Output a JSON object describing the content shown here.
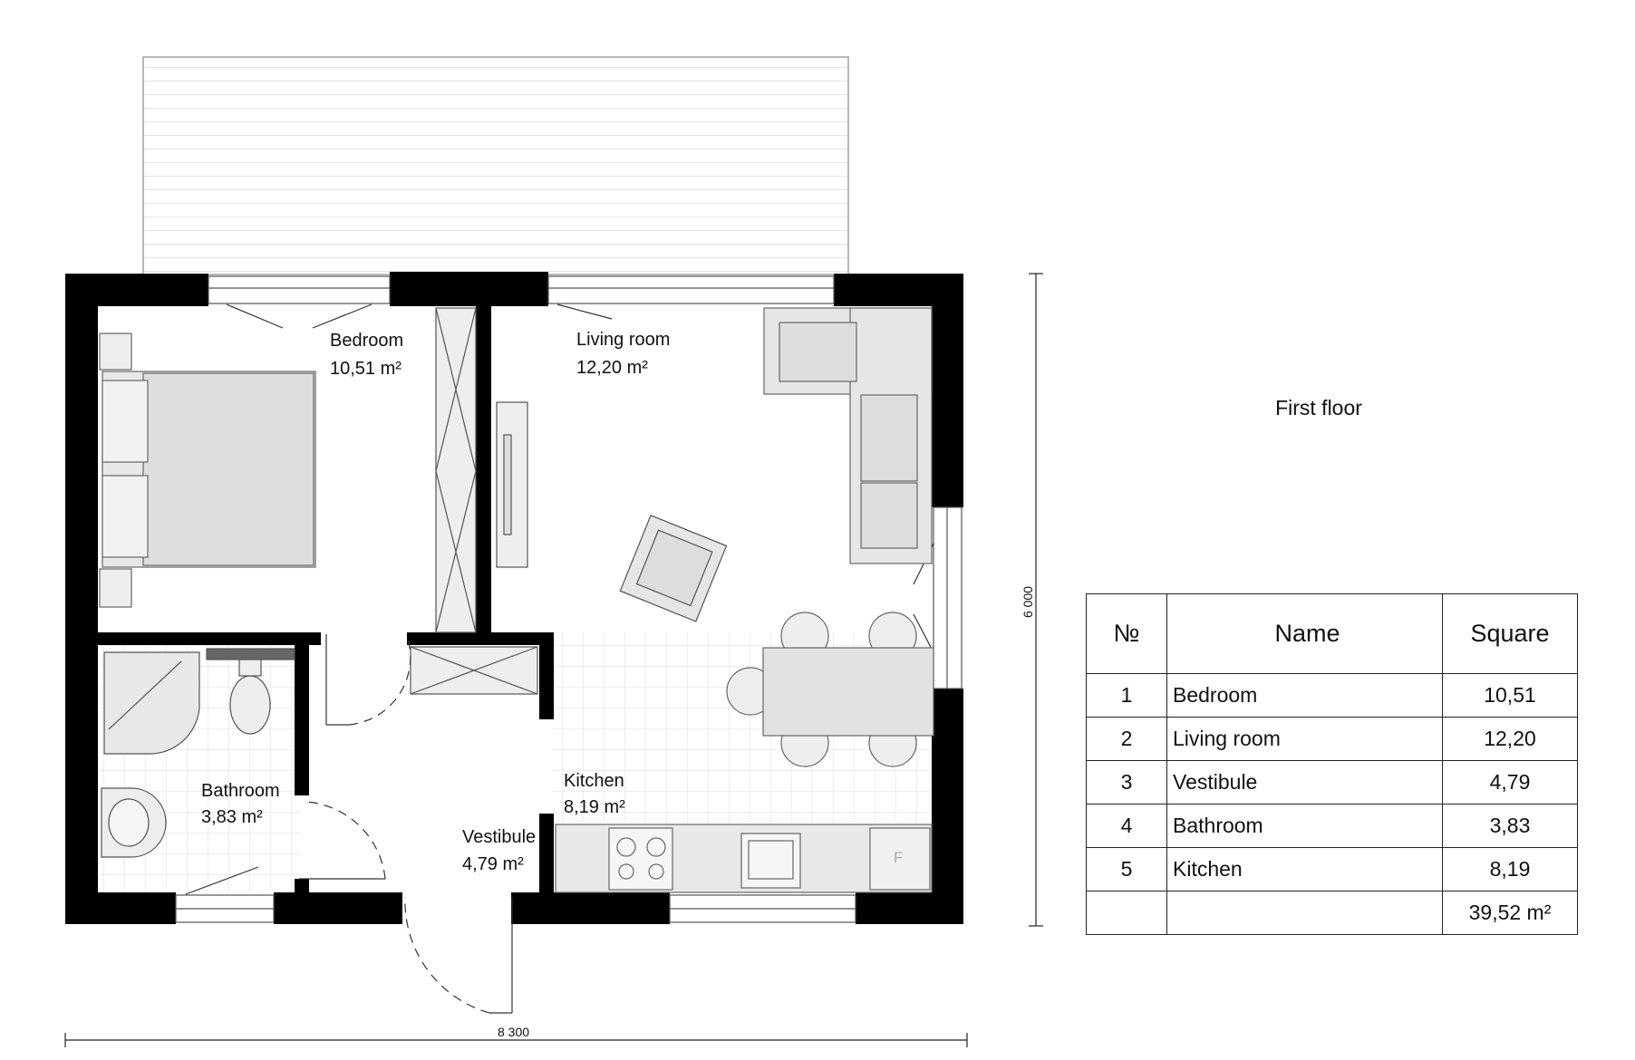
{
  "plan": {
    "rooms": [
      {
        "name": "Bedroom",
        "area": "10,51 m²"
      },
      {
        "name": "Living room",
        "area": "12,20 m²"
      },
      {
        "name": "Bathroom",
        "area": "3,83 m²"
      },
      {
        "name": "Kitchen",
        "area": "8,19 m²"
      },
      {
        "name": "Vestibule",
        "area": "4,79 m²"
      }
    ],
    "dimension_width": "8 300",
    "dimension_height": "6 000",
    "fridge_label": "F"
  },
  "floor_title": "First floor",
  "table": {
    "headers": [
      "№",
      "Name",
      "Square"
    ],
    "rows": [
      {
        "num": "1",
        "name": "Bedroom",
        "square": "10,51"
      },
      {
        "num": "2",
        "name": "Living room",
        "square": "12,20"
      },
      {
        "num": "3",
        "name": "Vestibule",
        "square": "4,79"
      },
      {
        "num": "4",
        "name": "Bathroom",
        "square": "3,83"
      },
      {
        "num": "5",
        "name": "Kitchen",
        "square": "8,19"
      }
    ],
    "total": "39,52 m²"
  }
}
